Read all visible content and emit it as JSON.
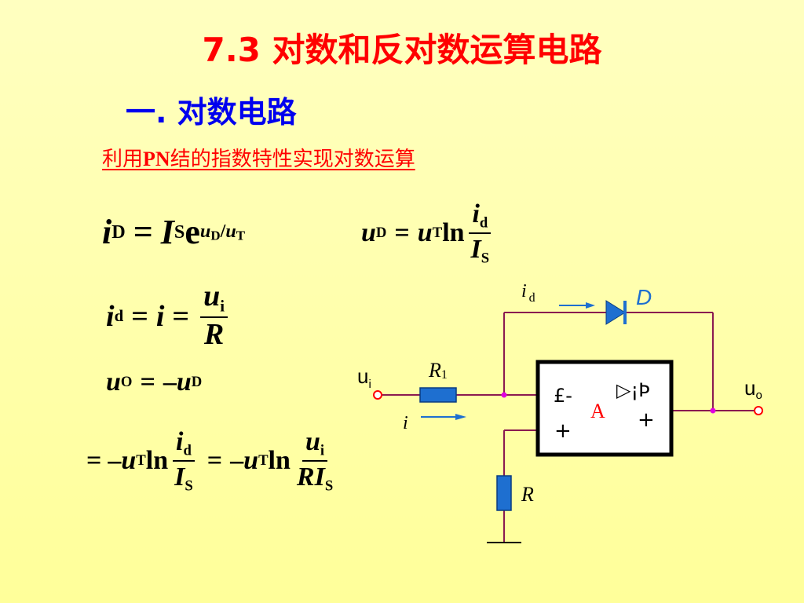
{
  "title": "7.3 对数和反对数运算电路",
  "heading": "一. 对数电路",
  "subtitle": {
    "pre": "利用",
    "pn": "PN",
    "post": "结的指数特性实现对数运算"
  },
  "equations": {
    "eq1": {
      "lhs": "i",
      "lhs_sub": "D",
      "rhs_i": "I",
      "rhs_sub": "S",
      "e": "e",
      "exp_u1": "u",
      "exp_s1": "D",
      "exp_slash": "/",
      "exp_u2": "u",
      "exp_s2": "T"
    },
    "eq2": {
      "lhs": "u",
      "lhs_sub": "D",
      "u": "u",
      "u_sub": "T",
      "ln": "ln",
      "num": "i",
      "num_sub": "d",
      "den": "I",
      "den_sub": "S"
    },
    "eq3": {
      "lhs": "i",
      "lhs_sub": "d",
      "mid": "i",
      "num": "u",
      "num_sub": "i",
      "den": "R"
    },
    "eq4": {
      "lhs": "u",
      "lhs_sub": "O",
      "neg": "–",
      "rhs": "u",
      "rhs_sub": "D"
    },
    "eq5": {
      "neg": "–",
      "u": "u",
      "u_sub": "T",
      "ln": "ln",
      "num1": "i",
      "num1_sub": "d",
      "den1": "I",
      "den1_sub": "S",
      "num2": "u",
      "num2_sub": "i",
      "den2": "RI",
      "den2_sub": "S"
    }
  },
  "circuit": {
    "id_label": "i",
    "id_sub": "d",
    "diode_label": "D",
    "ui_label": "u",
    "ui_sub": "i",
    "r1_label": "R",
    "r1_sub": "1",
    "i_label": "i",
    "minus_label": "£-",
    "plus_label": "+",
    "amp_symbol": "▷¡Þ",
    "amp_label": "A",
    "out_plus": "+",
    "uo_label": "u",
    "uo_sub": "o",
    "r_label": "R",
    "wire_color": "#8a1a50",
    "component_color": "#1e6fd0",
    "amp_label_color": "#ff0000"
  }
}
